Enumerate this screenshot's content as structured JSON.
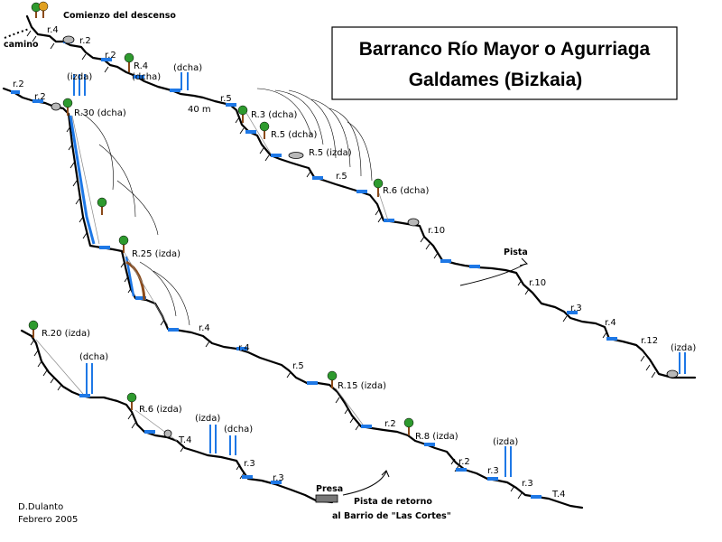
{
  "title": {
    "line1": "Barranco Río Mayor o Agurriaga",
    "line2": "Galdames (Bizkaia)"
  },
  "author": "D.Dulanto",
  "date": "Febrero 2005",
  "places": {
    "start": "Comienzo del descenso",
    "path": "camino",
    "track": "Pista",
    "dam": "Presa",
    "return1": "Pista de retorno",
    "return2": "al Barrio de \"Las Cortes\"",
    "distance": "40 m"
  },
  "colors": {
    "water": "#1e78e6",
    "tree_leaf": "#2e9a2e",
    "trunk": "#8b4a1a",
    "slide": "#8b4a1a"
  },
  "labels": [
    {
      "text": "r.4"
    },
    {
      "text": "r.2"
    },
    {
      "text": "r.2"
    },
    {
      "text": "R.4"
    },
    {
      "text": "(dcha)"
    },
    {
      "text": "(dcha)"
    },
    {
      "text": "r.5"
    },
    {
      "text": "r.2"
    },
    {
      "text": "r.2"
    },
    {
      "text": "(izda)"
    },
    {
      "text": "R.30 (dcha)"
    },
    {
      "text": "R.3 (dcha)"
    },
    {
      "text": "R.5 (dcha)"
    },
    {
      "text": "R.5 (izda)"
    },
    {
      "text": "r.5"
    },
    {
      "text": "R.6 (dcha)"
    },
    {
      "text": "r.10"
    },
    {
      "text": "R.25 (izda)"
    },
    {
      "text": "r.10"
    },
    {
      "text": "r.3"
    },
    {
      "text": "r.4"
    },
    {
      "text": "r.12"
    },
    {
      "text": "(izda)"
    },
    {
      "text": "r.4"
    },
    {
      "text": "r.4"
    },
    {
      "text": "R.20 (izda)"
    },
    {
      "text": "(dcha)"
    },
    {
      "text": "r.5"
    },
    {
      "text": "R.15 (izda)"
    },
    {
      "text": "R.6 (izda)"
    },
    {
      "text": "(izda)"
    },
    {
      "text": "(dcha)"
    },
    {
      "text": "T.4"
    },
    {
      "text": "r.2"
    },
    {
      "text": "R.8 (izda)"
    },
    {
      "text": "r.3"
    },
    {
      "text": "r.3"
    },
    {
      "text": "(izda)"
    },
    {
      "text": "r.2"
    },
    {
      "text": "r.3"
    },
    {
      "text": "r.3"
    },
    {
      "text": "T.4"
    }
  ]
}
